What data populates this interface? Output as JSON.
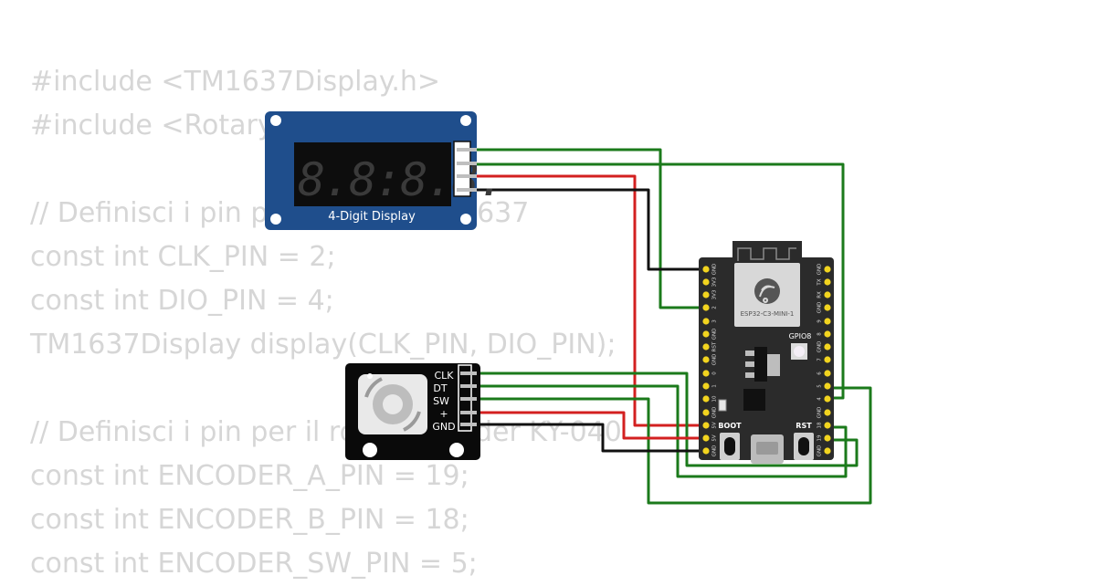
{
  "code_lines": [
    "#include <TM1637Display.h>",
    "#include <Rotary",
    "",
    "// Definisci i pin p",
    "const int CLK_PIN = 2;",
    "const int DIO_PIN = 4;",
    "TM1637Display display(CLK_PIN, DIO_PIN);",
    "",
    "// Definisci i pin per il ro",
    "const int ENCODER_A_PIN = 19;",
    "const int ENCODER_B_PIN = 18;",
    "const int ENCODER_SW_PIN = 5;"
  ],
  "code_fragments": {
    "l3": "1637",
    "l9": "der KY-040"
  },
  "display": {
    "label": "4-Digit Display",
    "digits": "8.8:8.8."
  },
  "encoder": {
    "pins": [
      "CLK",
      "DT",
      "SW",
      "+",
      "GND"
    ]
  },
  "board": {
    "module_label": "ESP32-C3-MINI-1",
    "led_label": "GPIO8",
    "boot_label": "BOOT",
    "rst_label": "RST",
    "left_pins": [
      "GND",
      "3V3",
      "3V3",
      "2",
      "3",
      "GND",
      "RST",
      "GND",
      "0",
      "1",
      "10",
      "GND",
      "5V",
      "5V",
      "GND"
    ],
    "right_pins": [
      "GND",
      "TX",
      "RX",
      "GND",
      "9",
      "8",
      "GND",
      "7",
      "6",
      "5",
      "4",
      "GND",
      "18",
      "19",
      "GND"
    ]
  },
  "colors": {
    "display_pcb": "#1f4e8c",
    "board_pcb": "#2b2b2b",
    "wire_green": "#1b7a1b",
    "wire_red": "#d32020",
    "wire_black": "#111111",
    "pin_gold": "#f2d41f"
  }
}
